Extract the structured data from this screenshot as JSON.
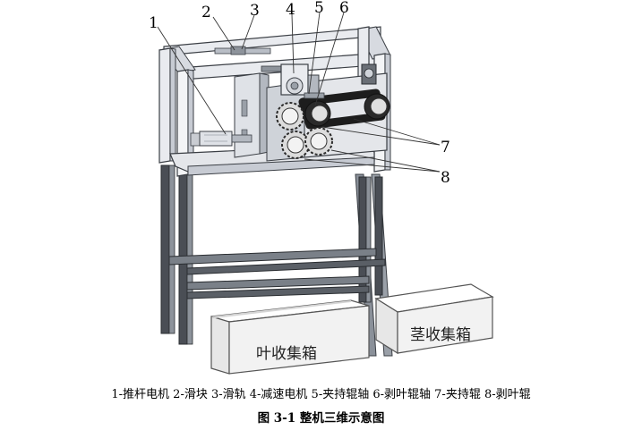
{
  "diagram": {
    "callouts": [
      {
        "id": "1",
        "label": "1"
      },
      {
        "id": "2",
        "label": "2"
      },
      {
        "id": "3",
        "label": "3"
      },
      {
        "id": "4",
        "label": "4"
      },
      {
        "id": "5",
        "label": "5"
      },
      {
        "id": "6",
        "label": "6"
      },
      {
        "id": "7",
        "label": "7"
      },
      {
        "id": "8",
        "label": "8"
      }
    ],
    "bins": {
      "leaf": "叶收集箱",
      "stem": "茎收集箱"
    }
  },
  "caption": {
    "legend": "1-推杆电机 2-滑块 3-滑轨 4-减速电机 5-夹持辊轴 6-剥叶辊轴 7-夹持辊 8-剥叶辊",
    "title": "图 3-1 整机三维示意图"
  },
  "colors": {
    "frame_face": "#e9ebef",
    "frame_side": "#c7cbd3",
    "frame_edge": "#3b3f45",
    "leg_dark": "#4a4e55",
    "leg_light": "#9aa0a8",
    "roller_dark": "#2a2a2a",
    "roller_light": "#dcdcdc",
    "belt": "#1d1d1d",
    "bin_face": "#f2f2f2",
    "bin_edge": "#555555"
  }
}
